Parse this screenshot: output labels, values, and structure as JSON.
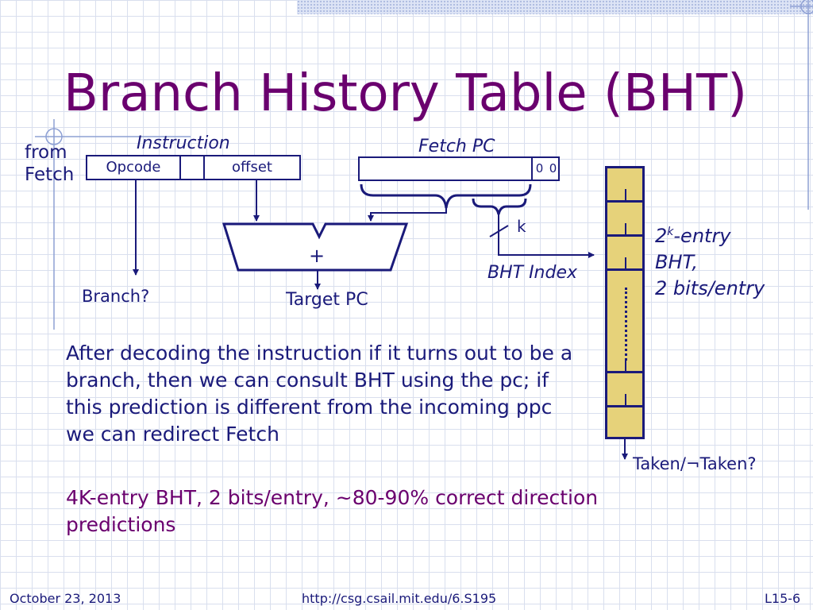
{
  "slide": {
    "title": "Branch History Table (BHT)",
    "diagram": {
      "from_fetch_line1": "from",
      "from_fetch_line2": "Fetch",
      "instruction_label": "Instruction",
      "opcode_label": "Opcode",
      "offset_label": "offset",
      "fetch_pc_label": "Fetch PC",
      "zero_bits": [
        "0",
        "0"
      ],
      "k_label": "k",
      "adder_symbol": "+",
      "bht_index_label": "BHT Index",
      "branch_label": "Branch?",
      "target_pc_label": "Target PC",
      "bht_desc_exp_base": "2",
      "bht_desc_exp": "k",
      "bht_desc_line1_rest": "-entry",
      "bht_desc_line2": "BHT,",
      "bht_desc_line3": "2 bits/entry",
      "taken_label": "Taken/¬Taken?"
    },
    "body_text": "After decoding the instruction if it turns out to be a branch, then we can consult BHT using the pc; if this prediction is different from the incoming ppc we can redirect Fetch",
    "highlight_text": "4K-entry BHT, 2 bits/entry, ~80-90% correct direction predictions"
  },
  "footer": {
    "date": "October 23, 2013",
    "url": "http://csg.csail.mit.edu/6.S195",
    "slide_number": "L15-6"
  },
  "colors": {
    "title": "#6a006e",
    "text": "#1a1a7a",
    "bht_fill": "#e6d27a",
    "grid": "#d9dfee"
  }
}
